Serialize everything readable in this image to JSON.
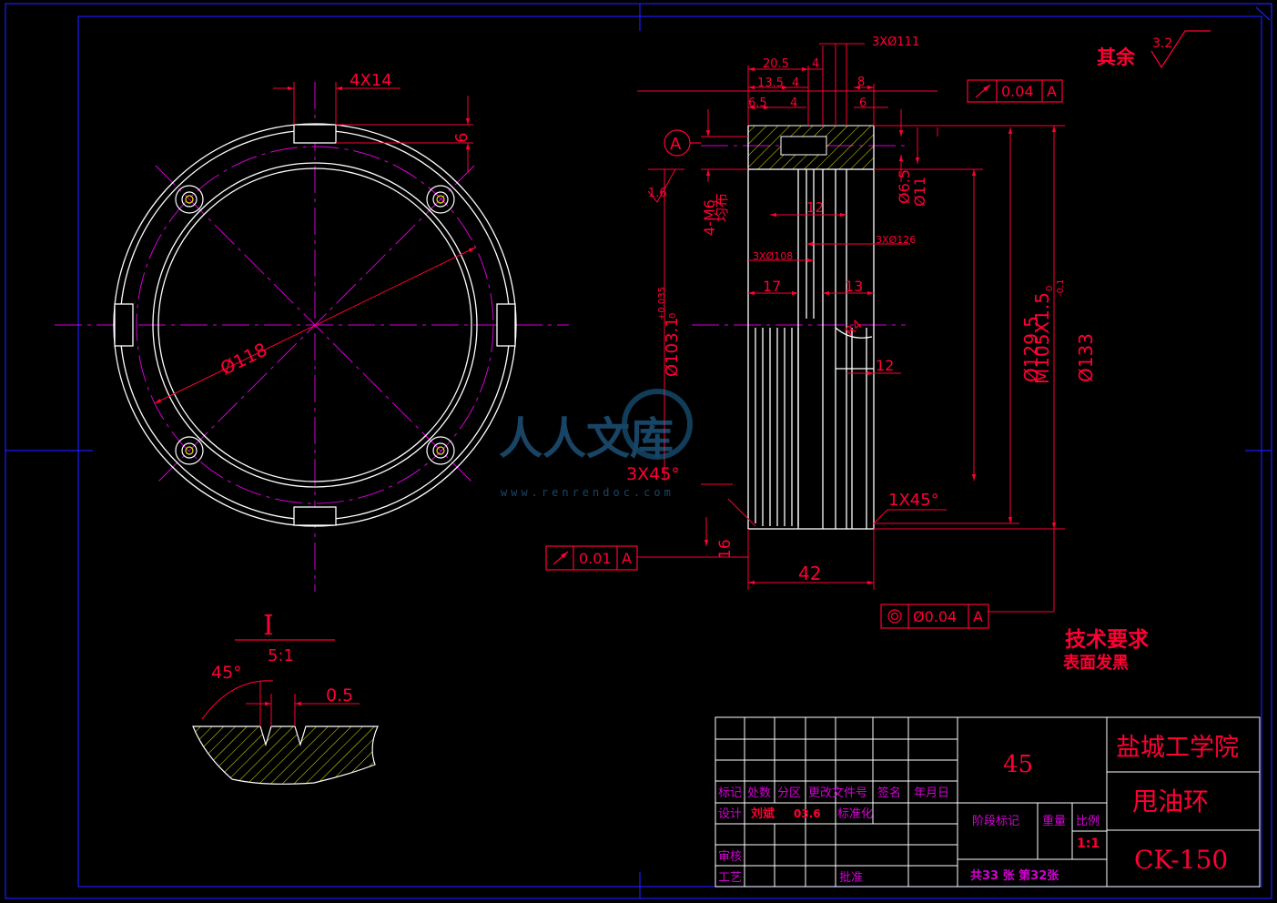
{
  "colors": {
    "background": "#000000",
    "frame_blue": "#1a1aff",
    "geometry_white": "#ffffff",
    "centerline_magenta": "#d400d4",
    "dimension_red": "#ff0033",
    "hatch_yellow": "#e6e600",
    "title_cyan": "#00b0b0"
  },
  "front_view": {
    "slot_dim": "4X14",
    "slot_depth": "6",
    "diameter_dim": "Ø118"
  },
  "detail_view": {
    "label": "I",
    "scale": "5:1",
    "angle": "45°",
    "depth": "0.5"
  },
  "side_view": {
    "dims": {
      "d1": "3XØ111",
      "d2": "20.5",
      "d3": "4",
      "d4": "13.5",
      "d5": "4",
      "d6": "8",
      "d7": "6.5",
      "d8": "4",
      "d9": "6",
      "d10": "Ø6.5",
      "d11": "Ø11",
      "d12": "12",
      "d13": "3XØ126",
      "d14": "3XØ108",
      "d15": "17",
      "d16": "13",
      "d17": "R4",
      "d18": "12",
      "d19": "M105X1.5",
      "d20": "Ø129.5",
      "d21_main": "Ø133",
      "d21_tol_up": "0",
      "d21_tol_lo": "-0.1",
      "d22_main": "Ø103.1",
      "d22_tol_up": "+0.035",
      "d22_tol_lo": "0",
      "d23": "4-M6",
      "d24": "均布",
      "d25": "3X45°",
      "d26": "1X45°",
      "d27": "16",
      "d28": "42",
      "d29": "1.6"
    },
    "datum": "A",
    "fcf_top": {
      "value": "0.04",
      "datum": "A"
    },
    "fcf_left": {
      "value": "0.01",
      "datum": "A"
    },
    "fcf_bottom": {
      "value": "Ø0.04",
      "datum": "A"
    }
  },
  "roughness_note": {
    "label": "其余",
    "value": "3.2"
  },
  "tech_requirements": {
    "title": "技术要求",
    "item": "表面发黑"
  },
  "watermark": {
    "text": "人人文库",
    "url": "www.renrendoc.com"
  },
  "title_block": {
    "school": "盐城工学院",
    "part_name": "甩油环",
    "drawing_no": "CK-150",
    "material": "45",
    "headers": [
      "标记",
      "处数",
      "分区",
      "更改文件号",
      "签名",
      "年月日"
    ],
    "design_label": "设计",
    "designer": "刘斌",
    "date": "03.6",
    "standardize_label": "标准化",
    "review_label": "审核",
    "process_label": "工艺",
    "approve_label": "批准",
    "stage_label": "阶段标记",
    "weight_label": "重量",
    "ratio_label": "比例",
    "ratio_value": "1:1",
    "sheets": "共33 张  第32张"
  }
}
